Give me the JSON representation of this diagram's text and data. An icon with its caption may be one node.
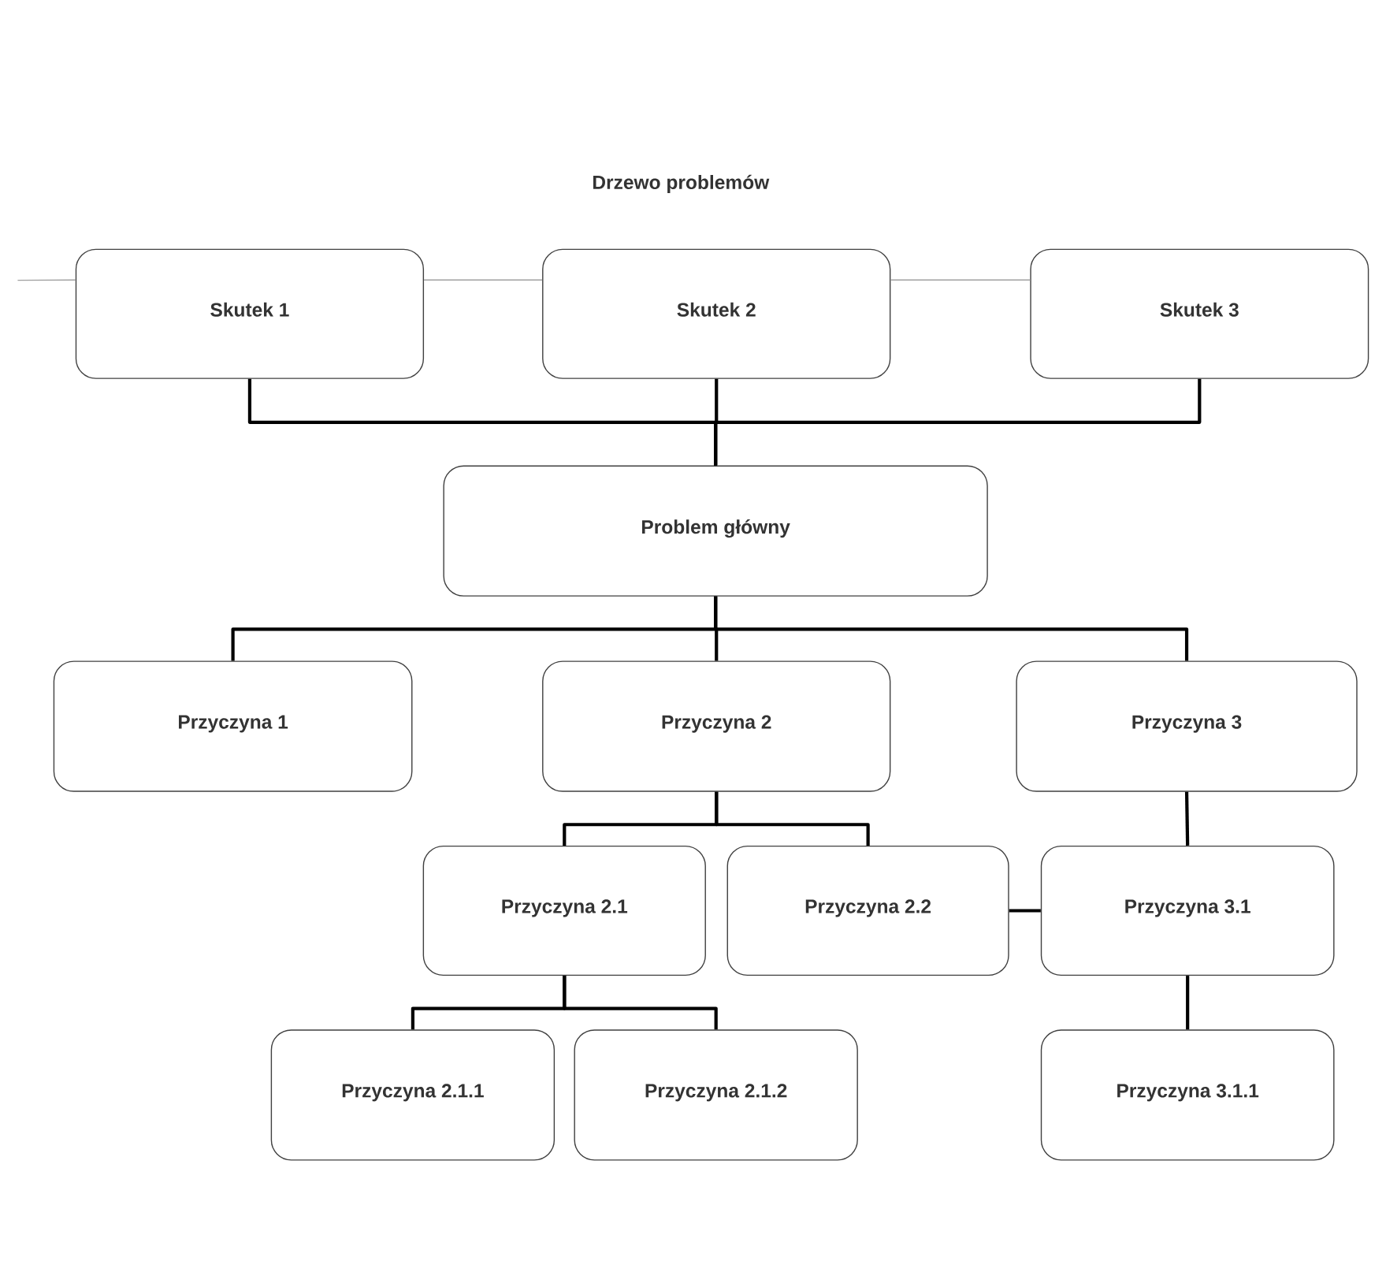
{
  "diagram": {
    "title": "Drzewo problemów",
    "nodes": [
      {
        "text": [
          "Skutek 1"
        ]
      },
      {
        "text": [
          "Skutek 2"
        ]
      },
      {
        "text": [
          "Skutek 3"
        ]
      },
      {
        "text": [
          "Problem główny"
        ]
      },
      {
        "text": [
          "Przyczyna 1"
        ]
      },
      {
        "text": [
          "Przyczyna 2"
        ]
      },
      {
        "text": [
          "Przyczyna 3"
        ]
      },
      {
        "text": [
          "Przyczyna 2.1"
        ]
      },
      {
        "text": [
          "Przyczyna 2.2"
        ]
      },
      {
        "text": [
          "Przyczyna 3.1"
        ]
      },
      {
        "text": [
          "Przyczyna 2.1.1"
        ]
      },
      {
        "text": [
          "Przyczyna 2.1.2"
        ]
      },
      {
        "text": [
          "Przyczyna 3.1.1"
        ]
      }
    ],
    "edges": [
      {
        "from": null,
        "to": 0,
        "arrow": "none",
        "color": "#a0a0a0"
      },
      {
        "from": 0,
        "to": 1,
        "arrow": "none",
        "color": "#a0a0a0"
      },
      {
        "from": 1,
        "to": 2,
        "arrow": "none",
        "color": "#a0a0a0"
      },
      {
        "from": 0,
        "to": 3,
        "arrow": "none"
      },
      {
        "from": 1,
        "to": 3,
        "arrow": "none"
      },
      {
        "from": 2,
        "to": 3,
        "arrow": "none"
      },
      {
        "from": 3,
        "to": 4,
        "arrow": "none"
      },
      {
        "from": 3,
        "to": 5,
        "arrow": "none"
      },
      {
        "from": 3,
        "to": 6,
        "arrow": "none"
      },
      {
        "from": 5,
        "to": 7,
        "arrow": "none"
      },
      {
        "from": 5,
        "to": 8,
        "arrow": "none"
      },
      {
        "from": 6,
        "to": 9,
        "arrow": "none"
      },
      {
        "from": 8,
        "to": 9,
        "arrow": "none"
      },
      {
        "from": 7,
        "to": 10,
        "arrow": "none"
      },
      {
        "from": 7,
        "to": 11,
        "arrow": "none"
      },
      {
        "from": 9,
        "to": 12,
        "arrow": "none"
      }
    ]
  }
}
